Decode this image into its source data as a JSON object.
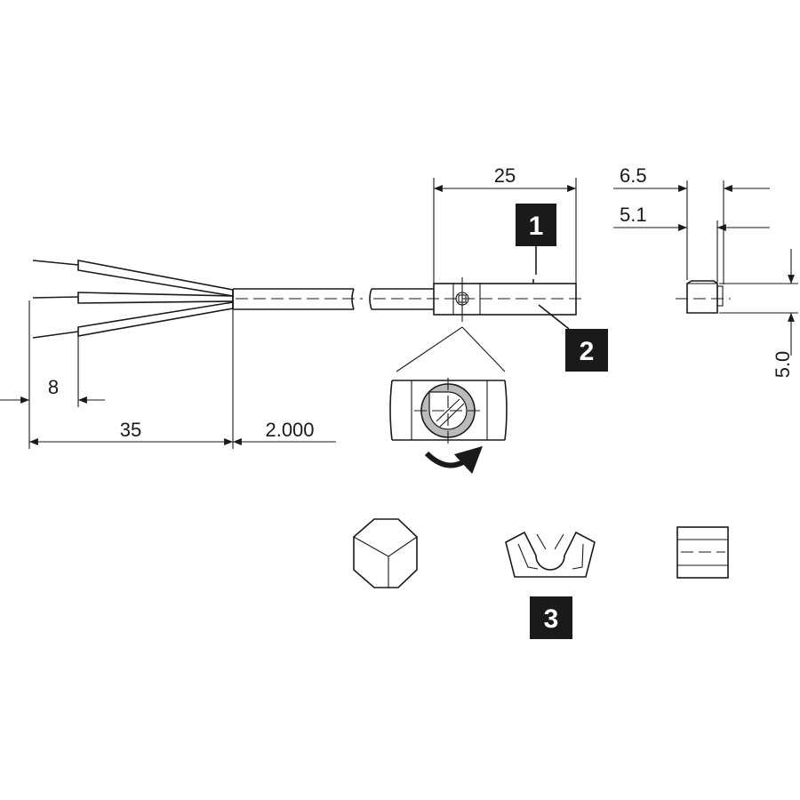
{
  "dimensions": {
    "sensor_length": "25",
    "width_outer": "6.5",
    "width_inner": "5.1",
    "height": "5.0",
    "wire_strip": "8",
    "jacket_strip": "35",
    "cable_length": "2.000"
  },
  "callouts": {
    "sensor": "1",
    "sensor_body": "2",
    "accessories": "3"
  }
}
